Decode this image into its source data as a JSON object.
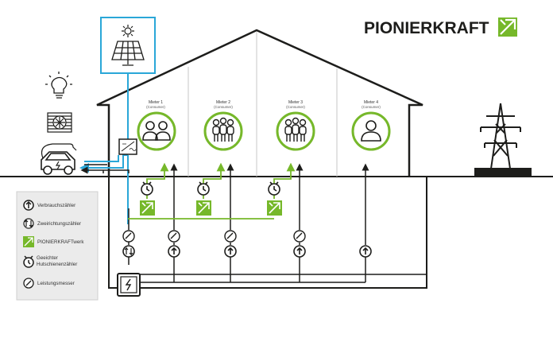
{
  "brand": {
    "name": "PIONIERKRAFT",
    "color_dark": "#1d1d1b",
    "color_green": "#76b82a",
    "color_blue": "#2aa7d8"
  },
  "tenants": [
    {
      "title": "Mieter 1",
      "sub": "(Consumer)",
      "icon": "two-persons-icon"
    },
    {
      "title": "Mieter 2",
      "sub": "(Consumer)",
      "icon": "group-persons-icon"
    },
    {
      "title": "Mieter 3",
      "sub": "(Consumer)",
      "icon": "group-persons-icon"
    },
    {
      "title": "Mieter 4",
      "sub": "(Consumer)",
      "icon": "single-person-icon"
    }
  ],
  "legend": [
    {
      "icon": "consumption-meter-icon",
      "label": "Verbrauchszähler"
    },
    {
      "icon": "bidirectional-meter-icon",
      "label": "Zweirichtungszähler"
    },
    {
      "icon": "pionierkraftwerk-icon",
      "label": "PIONIERKRAFTwerk"
    },
    {
      "icon": "din-rail-meter-icon",
      "label": "Geeichter Hutschienenzähler"
    },
    {
      "icon": "power-meter-icon",
      "label": "Leistungsmesser"
    }
  ]
}
